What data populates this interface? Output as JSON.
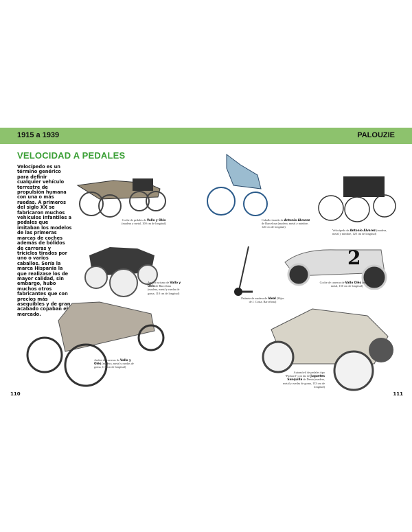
{
  "header": {
    "left": "1915 a 1939",
    "right": "PALOUZIE"
  },
  "section_title": "VELOCIDAD A PEDALES",
  "body_text": "Velocípedo es un término genérico para definir cualquier vehículo terrestre de propulsión humana con una o más ruedas. A primeros del siglo XX se fabricaron muchos vehículos infantiles a pedales que imitaban los modelos de las primeras marcas de coches además de bólidos de carreras y triciclos tirados por uno o varios caballos. Sería la marca Hispania la que realizase los de mayor calidad, sin embargo, hubo muchos otros fabricantes que con precios más asequibles y de gran acabado copaban el mercado.",
  "captions": [
    {
      "pre": "Coche de pedales de ",
      "bold": "Vallo y Olés",
      "post": " (madera y metal, 100 cm de longitud)"
    },
    {
      "pre": "Ambot turismo de ",
      "bold": "Vallo y Olés",
      "post": " de Barcelona (madera, metal y ruedas de goma, 110 cm de longitud)"
    },
    {
      "pre": "Ambot de carreras de ",
      "bold": "Vallo y Olés",
      "post": " (madera, metal y ruedas de goma, 117 cm de longitud)"
    },
    {
      "pre": "Caballo tirando de ",
      "bold": "Antonio Álvarez",
      "post": " de Barcelona (madera, metal y mimbre, 120 cm de longitud)"
    },
    {
      "pre": "Velocípedo de ",
      "bold": "Antonio Álvarez",
      "post": " (madera, metal y mimbre, 120 cm de longitud)"
    },
    {
      "pre": "Patinete de madera de ",
      "bold": "Ideal",
      "post": " (Hijos de J. Costa, Barcelona)"
    },
    {
      "pre": "Coche de carreras de ",
      "bold": "Vallo Olés",
      "post": " (madera y metal, 150 cm de longitud)"
    },
    {
      "pre": "Automóvil de pedales tipo \"Packard\" con faz de ",
      "bold": "Juguetes Sanquilla",
      "post": " de Denia (madera, metal y ruedas de goma, 133 cm de longitud)"
    }
  ],
  "page_numbers": {
    "left": "110",
    "right": "111"
  },
  "colors": {
    "band": "#8dc26d",
    "title": "#3a9f35"
  }
}
